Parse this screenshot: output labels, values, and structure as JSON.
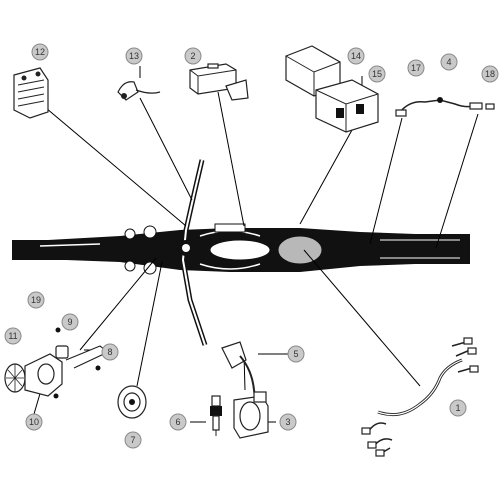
{
  "callouts": [
    {
      "id": "c1",
      "label": "1",
      "name": "wiring-harness"
    },
    {
      "id": "c2",
      "label": "2",
      "name": "cdi-unit"
    },
    {
      "id": "c3",
      "label": "3",
      "name": "ignition-coil"
    },
    {
      "id": "c4",
      "label": "4",
      "name": "sensor-lead"
    },
    {
      "id": "c5",
      "label": "5",
      "name": "spark-plug-cap"
    },
    {
      "id": "c6",
      "label": "6",
      "name": "spark-plug"
    },
    {
      "id": "c7",
      "label": "7",
      "name": "horn"
    },
    {
      "id": "c8",
      "label": "8",
      "name": "headlight-bracket"
    },
    {
      "id": "c9",
      "label": "9",
      "name": "bulb-socket"
    },
    {
      "id": "c10",
      "label": "10",
      "name": "headlight-housing"
    },
    {
      "id": "c11",
      "label": "11",
      "name": "headlight-lens"
    },
    {
      "id": "c12",
      "label": "12",
      "name": "rectifier-regulator"
    },
    {
      "id": "c13",
      "label": "13",
      "name": "brake-switch"
    },
    {
      "id": "c14",
      "label": "14",
      "name": "battery"
    },
    {
      "id": "c15",
      "label": "15",
      "name": "battery-box"
    },
    {
      "id": "c17",
      "label": "17",
      "name": "sensor-connector"
    },
    {
      "id": "c18",
      "label": "18",
      "name": "terminal-cap"
    },
    {
      "id": "c19",
      "label": "19",
      "name": "screw"
    }
  ]
}
